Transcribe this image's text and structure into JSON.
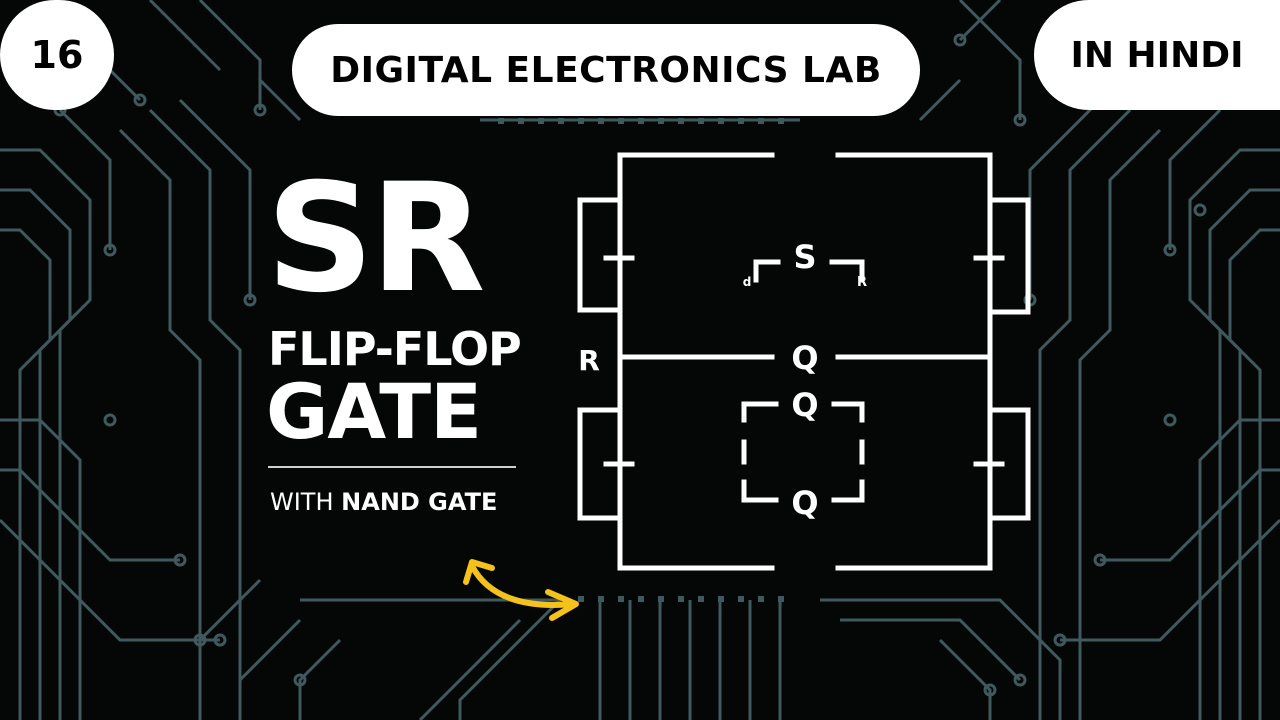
{
  "header": {
    "episode_number": "16",
    "title": "DIGITAL ELECTRONICS LAB",
    "language": "IN HINDI"
  },
  "headline": {
    "line1": "SR",
    "line2": "FLIP-FLOP",
    "line3": "GATE",
    "subtitle_prefix": "WITH ",
    "subtitle_bold": "NAND GATE"
  },
  "diagram": {
    "label_s": "S",
    "label_r_left": "R",
    "label_r_small": "R",
    "label_small_left": "d",
    "label_q_mid": "Q",
    "label_q_top": "Q",
    "label_q_bottom": "Q"
  },
  "colors": {
    "background": "#050606",
    "trace": "#3f5a5e",
    "arrow": "#f4c21b",
    "foreground": "#ffffff"
  },
  "icons": [
    "curved-double-arrow-icon"
  ]
}
